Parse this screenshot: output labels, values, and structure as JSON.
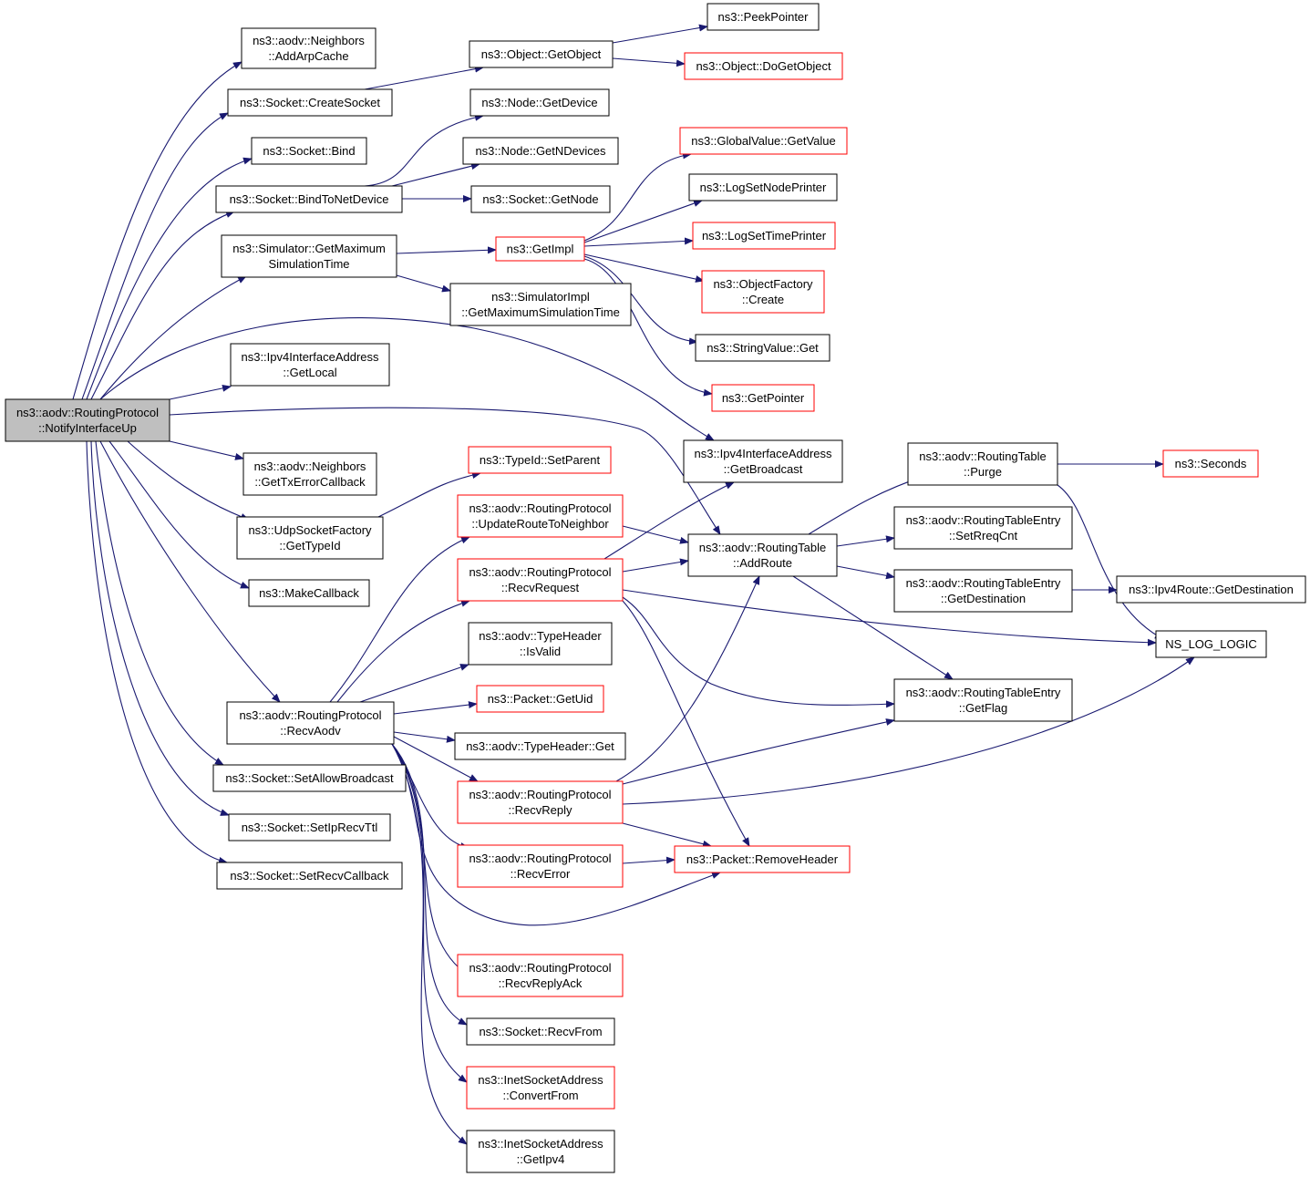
{
  "graph": {
    "title": "",
    "root": "n_root",
    "nodes": [
      {
        "id": "n_root",
        "lines": [
          "ns3::aodv::RoutingProtocol",
          "::NotifyInterfaceUp"
        ],
        "style": "root"
      },
      {
        "id": "n_addarp",
        "lines": [
          "ns3::aodv::Neighbors",
          "::AddArpCache"
        ],
        "style": "black"
      },
      {
        "id": "n_createsock",
        "lines": [
          "ns3::Socket::CreateSocket"
        ],
        "style": "black"
      },
      {
        "id": "n_bind",
        "lines": [
          "ns3::Socket::Bind"
        ],
        "style": "black"
      },
      {
        "id": "n_bindtonet",
        "lines": [
          "ns3::Socket::BindToNetDevice"
        ],
        "style": "black"
      },
      {
        "id": "n_simmax",
        "lines": [
          "ns3::Simulator::GetMaximum",
          "SimulationTime"
        ],
        "style": "black"
      },
      {
        "id": "n_getlocal",
        "lines": [
          "ns3::Ipv4InterfaceAddress",
          "::GetLocal"
        ],
        "style": "black"
      },
      {
        "id": "n_gettxerr",
        "lines": [
          "ns3::aodv::Neighbors",
          "::GetTxErrorCallback"
        ],
        "style": "black"
      },
      {
        "id": "n_udpgettypeid",
        "lines": [
          "ns3::UdpSocketFactory",
          "::GetTypeId"
        ],
        "style": "black"
      },
      {
        "id": "n_makecb",
        "lines": [
          "ns3::MakeCallback"
        ],
        "style": "black"
      },
      {
        "id": "n_recvaodv",
        "lines": [
          "ns3::aodv::RoutingProtocol",
          "::RecvAodv"
        ],
        "style": "black"
      },
      {
        "id": "n_setallowbc",
        "lines": [
          "ns3::Socket::SetAllowBroadcast"
        ],
        "style": "black"
      },
      {
        "id": "n_setiprecvttl",
        "lines": [
          "ns3::Socket::SetIpRecvTtl"
        ],
        "style": "black"
      },
      {
        "id": "n_setrecvcb",
        "lines": [
          "ns3::Socket::SetRecvCallback"
        ],
        "style": "black"
      },
      {
        "id": "n_getobject",
        "lines": [
          "ns3::Object::GetObject"
        ],
        "style": "black"
      },
      {
        "id": "n_getdevice",
        "lines": [
          "ns3::Node::GetDevice"
        ],
        "style": "black"
      },
      {
        "id": "n_getndevices",
        "lines": [
          "ns3::Node::GetNDevices"
        ],
        "style": "black"
      },
      {
        "id": "n_sockgetnode",
        "lines": [
          "ns3::Socket::GetNode"
        ],
        "style": "black"
      },
      {
        "id": "n_getimpl",
        "lines": [
          "ns3::GetImpl"
        ],
        "style": "red"
      },
      {
        "id": "n_simimplmax",
        "lines": [
          "ns3::SimulatorImpl",
          "::GetMaximumSimulationTime"
        ],
        "style": "black"
      },
      {
        "id": "n_setparent",
        "lines": [
          "ns3::TypeId::SetParent"
        ],
        "style": "red"
      },
      {
        "id": "n_updroute",
        "lines": [
          "ns3::aodv::RoutingProtocol",
          "::UpdateRouteToNeighbor"
        ],
        "style": "red"
      },
      {
        "id": "n_recvrequest",
        "lines": [
          "ns3::aodv::RoutingProtocol",
          "::RecvRequest"
        ],
        "style": "red"
      },
      {
        "id": "n_typeheadervalid",
        "lines": [
          "ns3::aodv::TypeHeader",
          "::IsValid"
        ],
        "style": "black"
      },
      {
        "id": "n_getuid",
        "lines": [
          "ns3::Packet::GetUid"
        ],
        "style": "red"
      },
      {
        "id": "n_typeheaderget",
        "lines": [
          "ns3::aodv::TypeHeader::Get"
        ],
        "style": "black"
      },
      {
        "id": "n_recvreply",
        "lines": [
          "ns3::aodv::RoutingProtocol",
          "::RecvReply"
        ],
        "style": "red"
      },
      {
        "id": "n_recverror",
        "lines": [
          "ns3::aodv::RoutingProtocol",
          "::RecvError"
        ],
        "style": "red"
      },
      {
        "id": "n_recvreplyack",
        "lines": [
          "ns3::aodv::RoutingProtocol",
          "::RecvReplyAck"
        ],
        "style": "red"
      },
      {
        "id": "n_recvfrom",
        "lines": [
          "ns3::Socket::RecvFrom"
        ],
        "style": "black"
      },
      {
        "id": "n_convertfrom",
        "lines": [
          "ns3::InetSocketAddress",
          "::ConvertFrom"
        ],
        "style": "red"
      },
      {
        "id": "n_getipv4",
        "lines": [
          "ns3::InetSocketAddress",
          "::GetIpv4"
        ],
        "style": "black"
      },
      {
        "id": "n_peekpointer",
        "lines": [
          "ns3::PeekPointer"
        ],
        "style": "black"
      },
      {
        "id": "n_dogetobject",
        "lines": [
          "ns3::Object::DoGetObject"
        ],
        "style": "red"
      },
      {
        "id": "n_globalvalue",
        "lines": [
          "ns3::GlobalValue::GetValue"
        ],
        "style": "red"
      },
      {
        "id": "n_lognode",
        "lines": [
          "ns3::LogSetNodePrinter"
        ],
        "style": "black"
      },
      {
        "id": "n_logtime",
        "lines": [
          "ns3::LogSetTimePrinter"
        ],
        "style": "red"
      },
      {
        "id": "n_objfactory",
        "lines": [
          "ns3::ObjectFactory",
          "::Create"
        ],
        "style": "red"
      },
      {
        "id": "n_stringvalue",
        "lines": [
          "ns3::StringValue::Get"
        ],
        "style": "black"
      },
      {
        "id": "n_getpointer",
        "lines": [
          "ns3::GetPointer"
        ],
        "style": "red"
      },
      {
        "id": "n_getbroadcast",
        "lines": [
          "ns3::Ipv4InterfaceAddress",
          "::GetBroadcast"
        ],
        "style": "black"
      },
      {
        "id": "n_addroute",
        "lines": [
          "ns3::aodv::RoutingTable",
          "::AddRoute"
        ],
        "style": "black"
      },
      {
        "id": "n_removeheader",
        "lines": [
          "ns3::Packet::RemoveHeader"
        ],
        "style": "red"
      },
      {
        "id": "n_purge",
        "lines": [
          "ns3::aodv::RoutingTable",
          "::Purge"
        ],
        "style": "black"
      },
      {
        "id": "n_setrreqcnt",
        "lines": [
          "ns3::aodv::RoutingTableEntry",
          "::SetRreqCnt"
        ],
        "style": "black"
      },
      {
        "id": "n_getdest",
        "lines": [
          "ns3::aodv::RoutingTableEntry",
          "::GetDestination"
        ],
        "style": "black"
      },
      {
        "id": "n_getflag",
        "lines": [
          "ns3::aodv::RoutingTableEntry",
          "::GetFlag"
        ],
        "style": "black"
      },
      {
        "id": "n_seconds",
        "lines": [
          "ns3::Seconds"
        ],
        "style": "red"
      },
      {
        "id": "n_ipv4routedest",
        "lines": [
          "ns3::Ipv4Route::GetDestination"
        ],
        "style": "black"
      },
      {
        "id": "n_nsloglogic",
        "lines": [
          "NS_LOG_LOGIC"
        ],
        "style": "black"
      }
    ],
    "edges": [
      [
        "n_root",
        "n_addarp"
      ],
      [
        "n_root",
        "n_createsock"
      ],
      [
        "n_root",
        "n_bind"
      ],
      [
        "n_root",
        "n_bindtonet"
      ],
      [
        "n_root",
        "n_simmax"
      ],
      [
        "n_root",
        "n_getbroadcast"
      ],
      [
        "n_root",
        "n_getlocal"
      ],
      [
        "n_root",
        "n_addroute"
      ],
      [
        "n_root",
        "n_gettxerr"
      ],
      [
        "n_root",
        "n_udpgettypeid"
      ],
      [
        "n_root",
        "n_makecb"
      ],
      [
        "n_root",
        "n_recvaodv"
      ],
      [
        "n_root",
        "n_setallowbc"
      ],
      [
        "n_root",
        "n_setiprecvttl"
      ],
      [
        "n_root",
        "n_setrecvcb"
      ],
      [
        "n_createsock",
        "n_getobject"
      ],
      [
        "n_getobject",
        "n_peekpointer"
      ],
      [
        "n_getobject",
        "n_dogetobject"
      ],
      [
        "n_bindtonet",
        "n_getdevice"
      ],
      [
        "n_bindtonet",
        "n_getndevices"
      ],
      [
        "n_bindtonet",
        "n_sockgetnode"
      ],
      [
        "n_simmax",
        "n_getimpl"
      ],
      [
        "n_simmax",
        "n_simimplmax"
      ],
      [
        "n_getimpl",
        "n_globalvalue"
      ],
      [
        "n_getimpl",
        "n_lognode"
      ],
      [
        "n_getimpl",
        "n_logtime"
      ],
      [
        "n_getimpl",
        "n_objfactory"
      ],
      [
        "n_getimpl",
        "n_stringvalue"
      ],
      [
        "n_getimpl",
        "n_getpointer"
      ],
      [
        "n_udpgettypeid",
        "n_setparent"
      ],
      [
        "n_recvaodv",
        "n_updroute"
      ],
      [
        "n_recvaodv",
        "n_recvrequest"
      ],
      [
        "n_recvaodv",
        "n_typeheadervalid"
      ],
      [
        "n_recvaodv",
        "n_getuid"
      ],
      [
        "n_recvaodv",
        "n_typeheaderget"
      ],
      [
        "n_recvaodv",
        "n_recvreply"
      ],
      [
        "n_recvaodv",
        "n_recverror"
      ],
      [
        "n_recvaodv",
        "n_removeheader"
      ],
      [
        "n_recvaodv",
        "n_recvreplyack"
      ],
      [
        "n_recvaodv",
        "n_recvfrom"
      ],
      [
        "n_recvaodv",
        "n_convertfrom"
      ],
      [
        "n_recvaodv",
        "n_getipv4"
      ],
      [
        "n_updroute",
        "n_addroute"
      ],
      [
        "n_recvrequest",
        "n_getbroadcast"
      ],
      [
        "n_recvrequest",
        "n_addroute"
      ],
      [
        "n_recvrequest",
        "n_nsloglogic"
      ],
      [
        "n_recvrequest",
        "n_getflag"
      ],
      [
        "n_recvrequest",
        "n_removeheader"
      ],
      [
        "n_recvreply",
        "n_addroute"
      ],
      [
        "n_recvreply",
        "n_getflag"
      ],
      [
        "n_recvreply",
        "n_nsloglogic"
      ],
      [
        "n_recvreply",
        "n_removeheader"
      ],
      [
        "n_recverror",
        "n_removeheader"
      ],
      [
        "n_addroute",
        "n_purge"
      ],
      [
        "n_addroute",
        "n_setrreqcnt"
      ],
      [
        "n_addroute",
        "n_getdest"
      ],
      [
        "n_addroute",
        "n_getflag"
      ],
      [
        "n_purge",
        "n_seconds"
      ],
      [
        "n_purge",
        "n_nsloglogic"
      ],
      [
        "n_getdest",
        "n_ipv4routedest"
      ]
    ]
  }
}
